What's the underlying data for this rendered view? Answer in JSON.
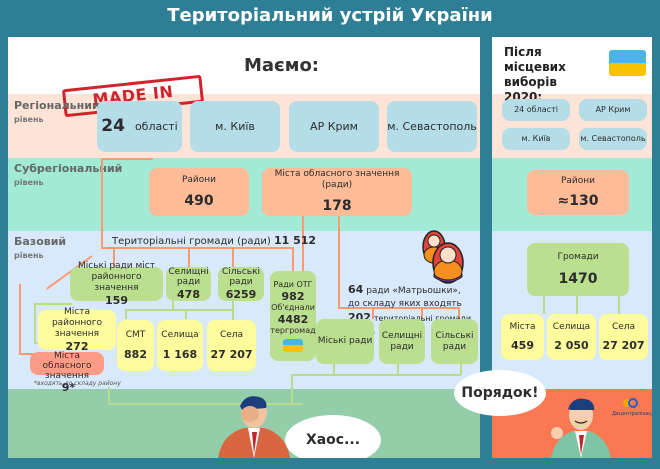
{
  "title": "Територіальний устрій України",
  "left": {
    "stamp": "MADE IN USSR",
    "heading": "Маємо:",
    "levels": {
      "regional": {
        "name": "Регіональний",
        "sub": "рівень"
      },
      "subregional": {
        "name": "Субрегіональний",
        "sub": "рівень"
      },
      "base": {
        "name": "Базовий",
        "sub": "рівень"
      }
    },
    "regional": {
      "oblasti_num": "24",
      "oblasti_label": "області",
      "kyiv": "м. Київ",
      "crimea": "АР Крим",
      "sevastopol": "м. Севастополь"
    },
    "subregional": {
      "raiony_label": "Райони",
      "raiony_value": "490",
      "cities_label": "Міста обласного значення (ради)",
      "cities_value": "178"
    },
    "base": {
      "communities_label": "Територіальні громади (ради)",
      "communities_value": "11 512",
      "city_councils_label": "Міські ради міст районного значення",
      "city_councils_value": "159",
      "settlement_councils_label": "Селищні ради",
      "settlement_councils_value": "478",
      "village_councils_label": "Сільські ради",
      "village_councils_value": "6259",
      "otg_label": "Ради ОТГ",
      "otg_value": "982",
      "otg_merged_label": "Об'єднали",
      "otg_merged_value": "4482",
      "otg_merged_unit": "тергромад",
      "district_cities_label": "Міста районного значення",
      "district_cities_value": "272",
      "oblast_cities_label": "Міста обласного значення",
      "oblast_cities_value": "9*",
      "smt_label": "СМТ",
      "smt_value": "882",
      "selyshcha_label": "Селища",
      "selyshcha_value": "1 168",
      "sela_label": "Села",
      "sela_value": "27 207",
      "matryoshka_count": "64",
      "matryoshka_text": "ради «Матрьошки»,",
      "matryoshka_line2": "до складу яких входять",
      "matryoshka_communities": "202",
      "matryoshka_communities_text": "територіальні громади (ради)",
      "m_city_councils": "Міські ради",
      "m_settlement_councils": "Селищні ради",
      "m_village_councils": "Сільські ради",
      "footnote": "*входять до складу району"
    },
    "speech": "Хаос..."
  },
  "right": {
    "heading": "Після місцевих виборів 2020:",
    "regional": [
      "24 області",
      "АР Крим",
      "м. Київ",
      "м. Севастополь"
    ],
    "raiony_label": "Райони",
    "raiony_value": "≈130",
    "hromady_label": "Громади",
    "hromady_value": "1470",
    "mista_label": "Міста",
    "mista_value": "459",
    "selyshcha_label": "Селища",
    "selyshcha_value": "2 050",
    "sela_label": "Села",
    "sela_value": "27 207",
    "speech": "Порядок!",
    "logo": "Децентралізація"
  },
  "colors": {
    "frame": "#2e7f96",
    "regional_band": "#fde4d6",
    "subregional_band": "#a1ead6",
    "base_band": "#d8e9fb",
    "orange_line": "#fb9a71",
    "green_line": "#b7dd8a"
  }
}
